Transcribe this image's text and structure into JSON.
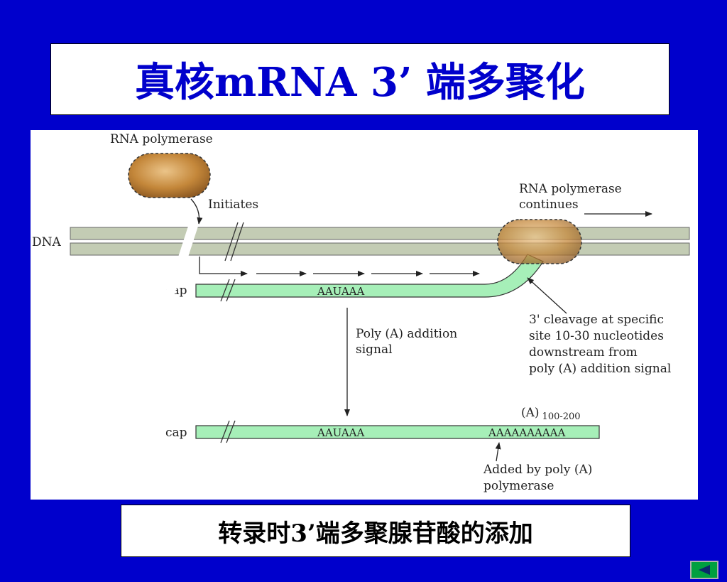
{
  "slide": {
    "title": "真核mRNA 3’ 端多聚化",
    "caption": "转录时3’端多聚腺苷酸的添加"
  },
  "diagram": {
    "rna_polymerase_label": "RNA polymerase",
    "initiates_label": "Initiates",
    "dna_label": "DNA",
    "continues_line1": "RNA polymerase",
    "continues_line2": "continues",
    "cap_label_top": "cap",
    "aauaaa_top": "AAUAAA",
    "signal_line1": "Poly (A) addition",
    "signal_line2": "signal",
    "cleavage_line1": "3' cleavage at specific",
    "cleavage_line2": "site 10-30 nucleotides",
    "cleavage_line3": "downstream from",
    "cleavage_line4": "poly (A) addition signal",
    "polya_label": "(A)",
    "polya_subscript": "100-200",
    "cap_label_bottom": "cap",
    "aauaaa_bottom": "AAUAAA",
    "polya_tail": "AAAAAAAAAA",
    "added_line1": "Added by poly (A)",
    "added_line2": "polymerase"
  },
  "colors": {
    "background": "#0000CC",
    "title_text": "#0000CC",
    "dna_strand": "#C3CCB4",
    "mrna": "#A6EFB8",
    "polymerase": "#C4873A",
    "nav_button": "#00A040"
  },
  "icons": {
    "nav_button": "back-arrow-icon"
  }
}
